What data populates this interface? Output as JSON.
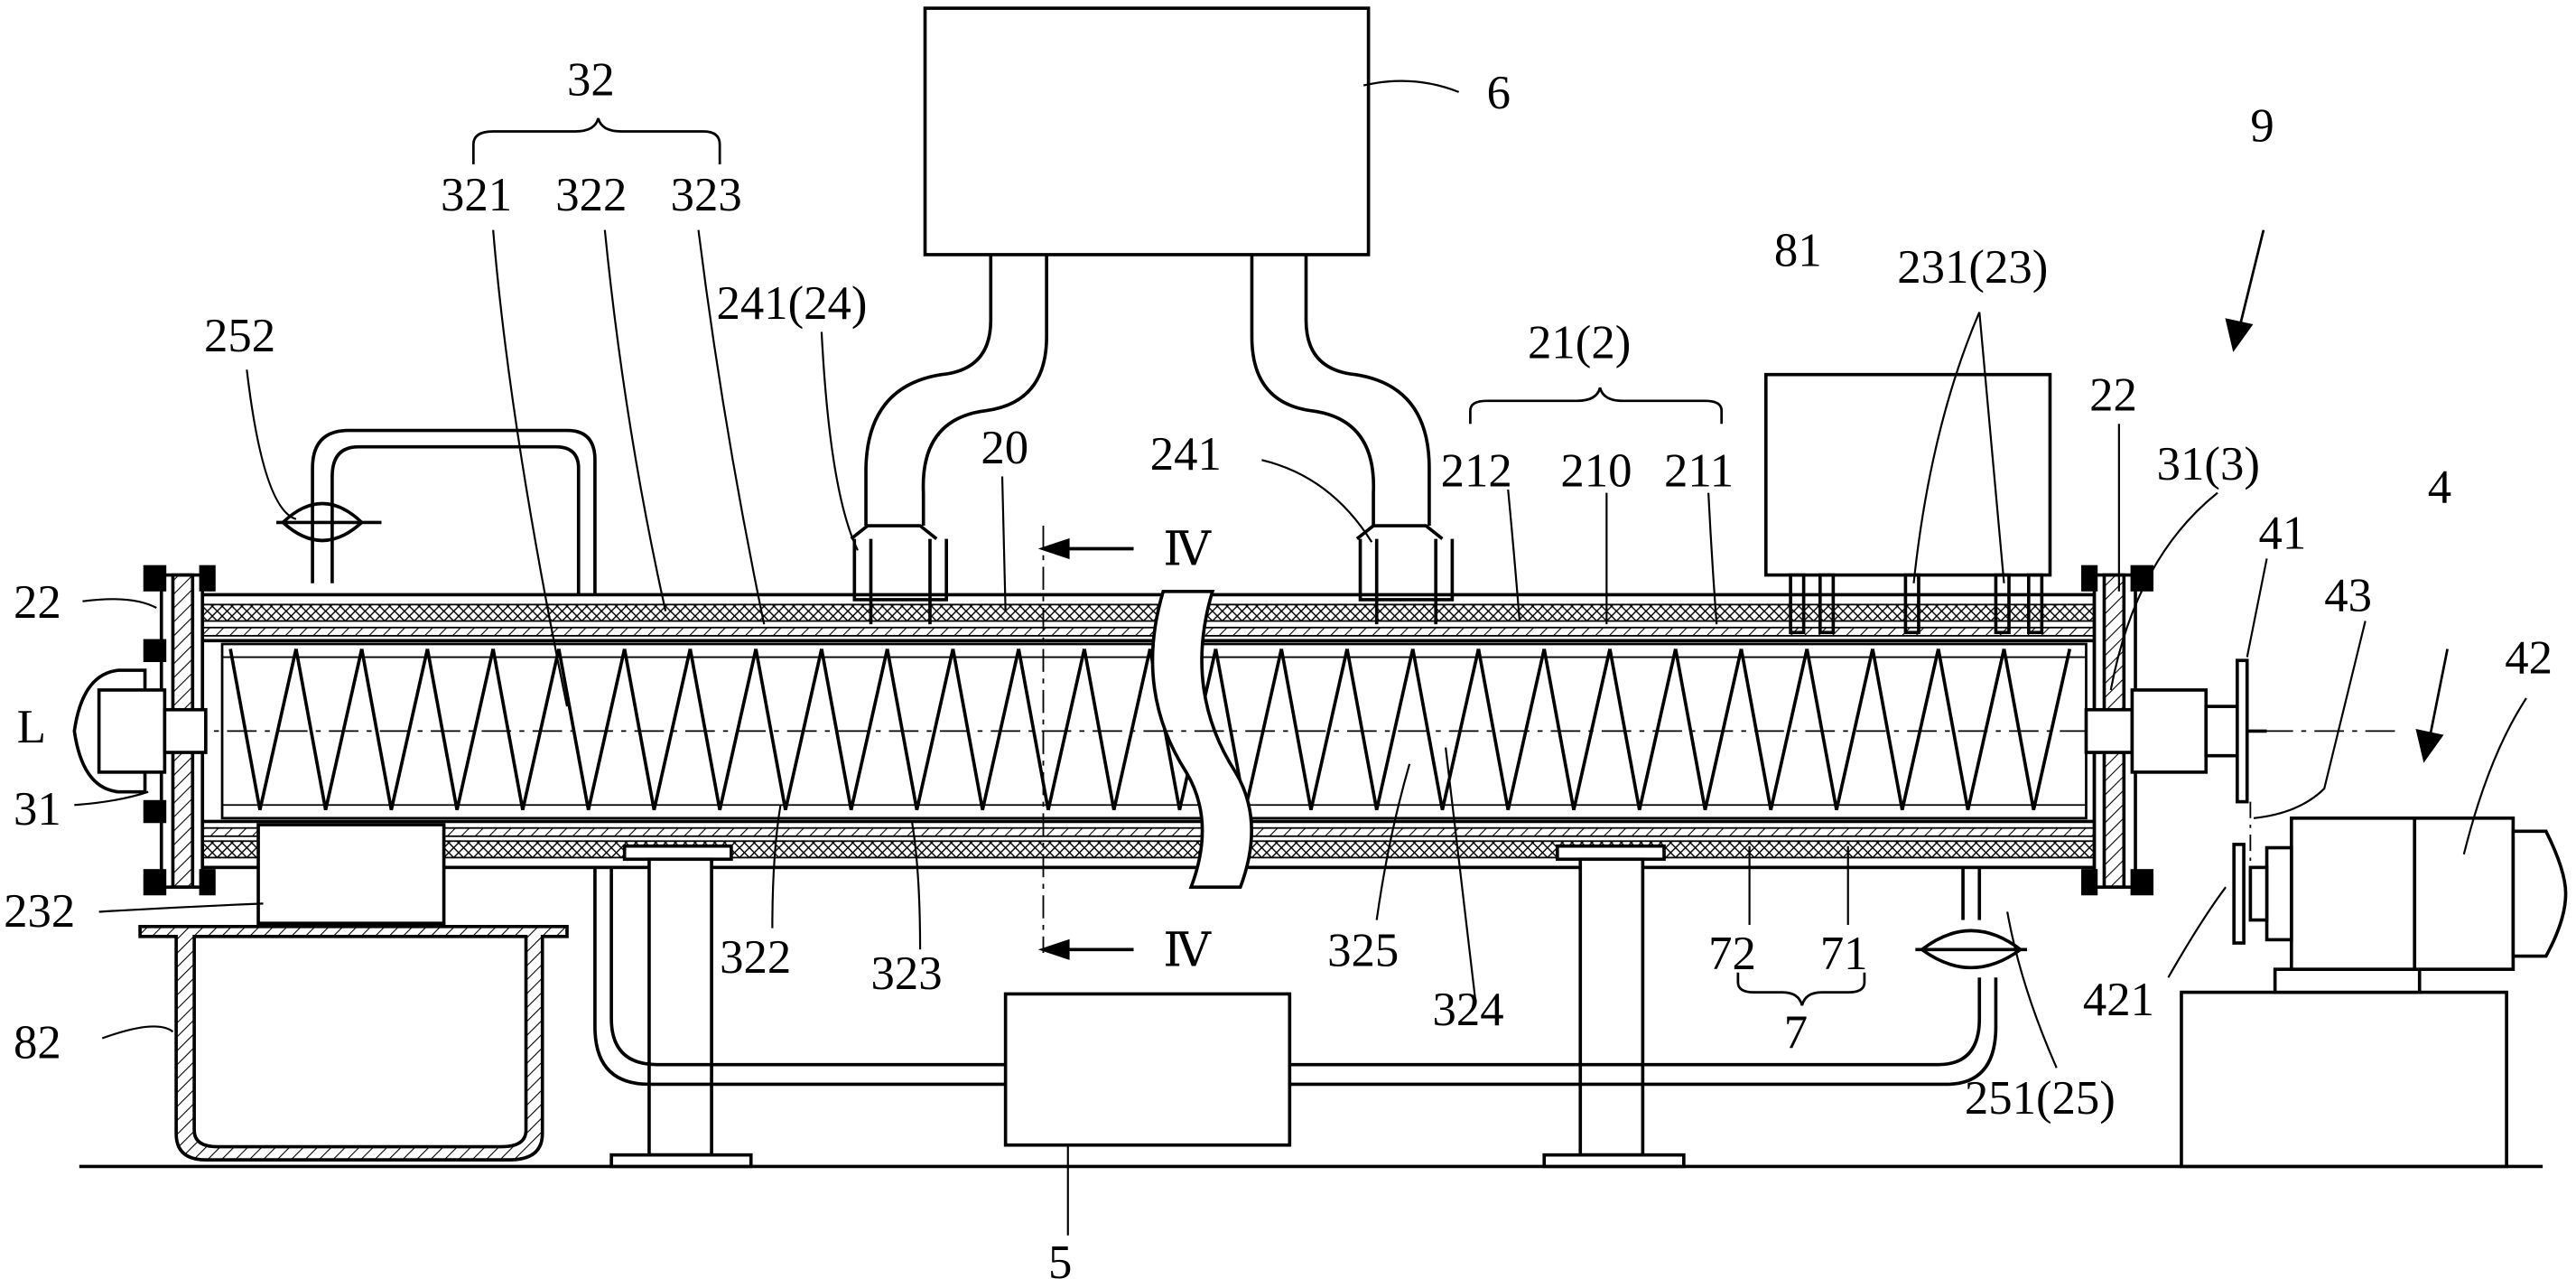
{
  "figure": {
    "labels": {
      "l6": "6",
      "l9": "9",
      "l32": "32",
      "l321": "321",
      "l322": "322",
      "l323": "323",
      "l252": "252",
      "l241_24": "241(24)",
      "l20": "20",
      "l241": "241",
      "l21_2": "21(2)",
      "l212": "212",
      "l210": "210",
      "l211": "211",
      "l81": "81",
      "l231_23": "231(23)",
      "l22_right": "22",
      "l31_3": "31(3)",
      "l41": "41",
      "l43": "43",
      "l4": "4",
      "l42": "42",
      "l22_left": "22",
      "lL": "L",
      "l31_left": "31",
      "l232": "232",
      "l82": "82",
      "l322_bottom": "322",
      "l323_bottom": "323",
      "lIV_top": "Ⅳ",
      "lIV_bottom": "Ⅳ",
      "l325": "325",
      "l324": "324",
      "l72": "72",
      "l71": "71",
      "l7": "7",
      "l251_25": "251(25)",
      "l421": "421",
      "l5": "5"
    }
  }
}
